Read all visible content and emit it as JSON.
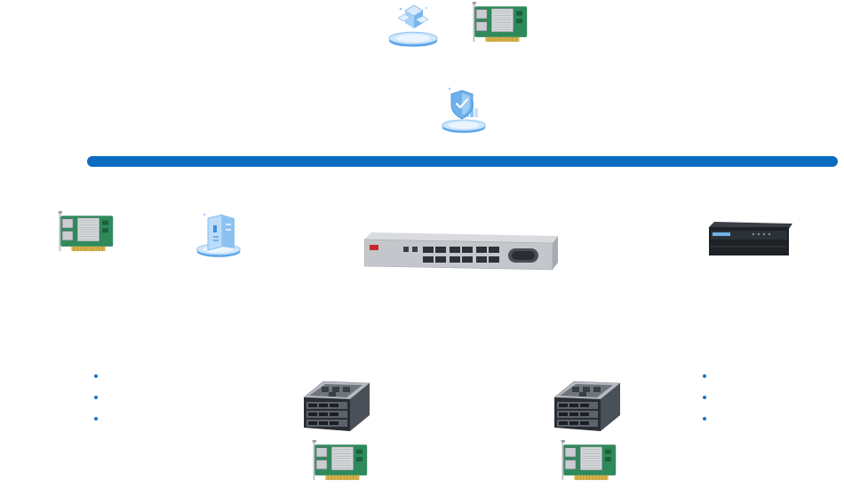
{
  "bus": {
    "color": "#0a6bc1"
  },
  "nodes": [
    {
      "id": "top-cloud-icon",
      "icon": "cloud-blocks-icon"
    },
    {
      "id": "top-nic",
      "icon": "network-card-icon"
    },
    {
      "id": "top-shield-icon",
      "icon": "security-shield-icon"
    },
    {
      "id": "left-nic",
      "icon": "network-card-icon"
    },
    {
      "id": "left-storage-icon",
      "icon": "storage-server-icon"
    },
    {
      "id": "fc-switch",
      "icon": "fibre-channel-switch-icon"
    },
    {
      "id": "storage-array",
      "icon": "storage-array-icon"
    },
    {
      "id": "server-left",
      "icon": "rack-server-icon"
    },
    {
      "id": "server-right",
      "icon": "rack-server-icon"
    },
    {
      "id": "nic-bottom-left",
      "icon": "network-card-icon"
    },
    {
      "id": "nic-bottom-right",
      "icon": "network-card-icon"
    }
  ],
  "lists": {
    "left": [
      "",
      "",
      ""
    ],
    "right": [
      "",
      "",
      ""
    ]
  }
}
